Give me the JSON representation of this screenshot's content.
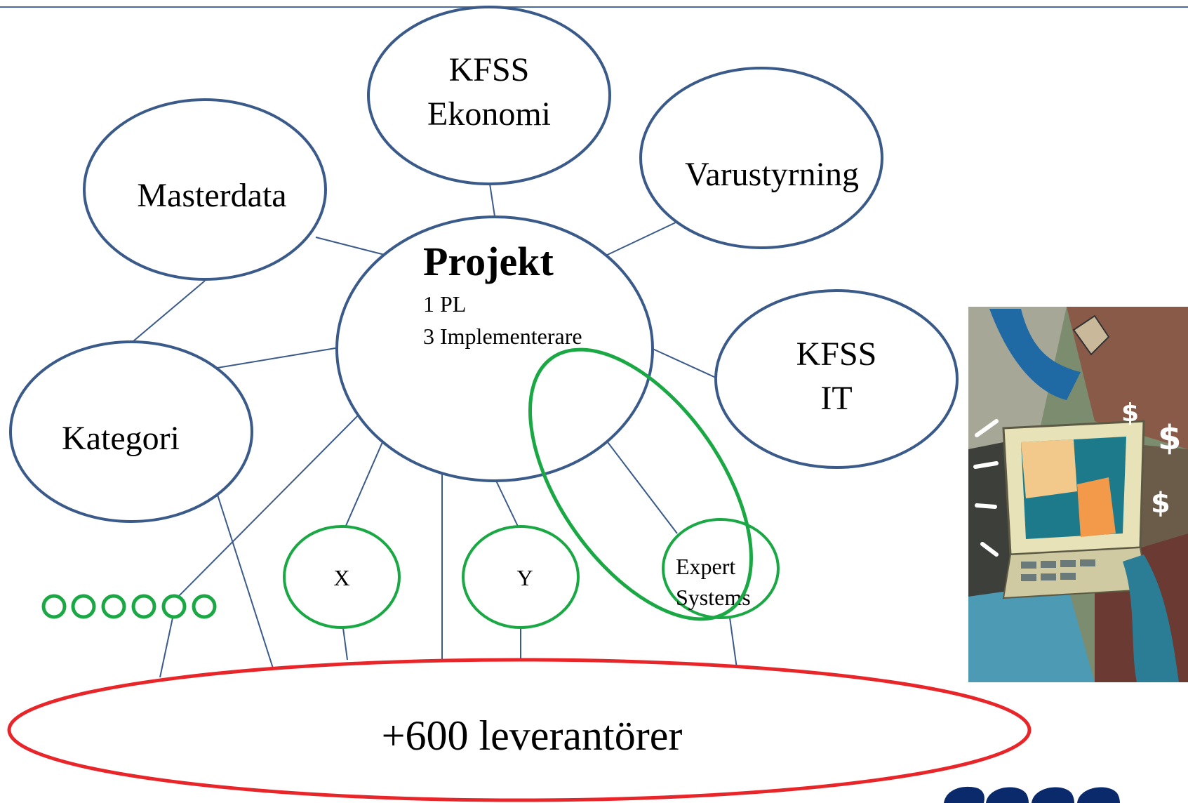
{
  "header": {
    "title_fragment": "...p... p... ...g p...j..."
  },
  "nodes": {
    "kfss_ekonomi": {
      "line1": "KFSS",
      "line2": "Ekonomi"
    },
    "masterdata": {
      "label": "Masterdata"
    },
    "varustyrning": {
      "label": "Varustyrning"
    },
    "projekt": {
      "title": "Projekt",
      "line1": "1 PL",
      "line2": "3 Implementerare"
    },
    "kfss_it": {
      "line1": "KFSS",
      "line2": "IT"
    },
    "kategori": {
      "label": "Kategori"
    },
    "x": {
      "label": "X"
    },
    "y": {
      "label": "Y"
    },
    "expert_systems": {
      "line1": "Expert",
      "line2": "Systems"
    },
    "leverantorer": {
      "label": "+600 leverantörer"
    }
  },
  "colors": {
    "blue_node": "#3a5a8a",
    "green_node": "#1aa844",
    "red_node": "#e8262a",
    "connector": "#3a5a8a",
    "header_rule": "#3a5a8a"
  },
  "icons": {
    "clipart": "computer-hands-money-clipart",
    "logo": "coop-logo"
  }
}
